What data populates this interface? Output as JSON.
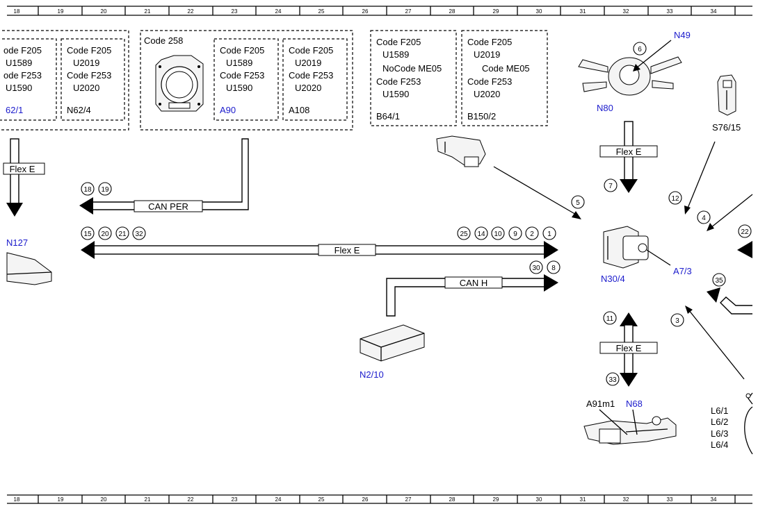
{
  "ruler_ticks": [
    "18",
    "19",
    "20",
    "21",
    "22",
    "23",
    "24",
    "25",
    "26",
    "27",
    "28",
    "29",
    "30",
    "31",
    "32",
    "33",
    "34"
  ],
  "boxes": {
    "box1": {
      "lines": [
        "ode F205",
        "U1589",
        "ode F253",
        "U1590"
      ],
      "id": "62/1"
    },
    "box2": {
      "lines": [
        "Code F205",
        "U2019",
        "Code F253",
        "U2020"
      ],
      "id": "N62/4"
    },
    "group_label": "Code 258",
    "box3": {
      "lines": [
        "Code F205",
        "U1589",
        "Code F253",
        "U1590"
      ],
      "id": "A90"
    },
    "box4": {
      "lines": [
        "Code F205",
        "U2019",
        "Code F253",
        "U2020"
      ],
      "id": "A108"
    },
    "box5": {
      "lines": [
        "Code F205",
        "U1589",
        "NoCode ME05",
        "Code F253",
        "U1590"
      ],
      "id": "B64/1"
    },
    "box6": {
      "lines": [
        "Code F205",
        "U2019",
        "Code ME05",
        "Code F253",
        "U2020"
      ],
      "id": "B150/2"
    }
  },
  "components": {
    "n49": "N49",
    "n80": "N80",
    "s76_15": "S76/15",
    "n127": "N127",
    "n30_4": "N30/4",
    "a7_3": "A7/3",
    "n2_10": "N2/10",
    "a91m1": "A91m1",
    "n68": "N68",
    "l6": [
      "L6/1",
      "L6/2",
      "L6/3",
      "L6/4"
    ]
  },
  "bus_labels": {
    "flex_e_left": "Flex E",
    "can_per": "CAN PER",
    "flex_e_main": "Flex E",
    "can_h": "CAN H",
    "flex_e_top": "Flex E",
    "flex_e_bottom": "Flex E"
  },
  "markers": {
    "m6": "6",
    "m7": "7",
    "m12": "12",
    "m4": "4",
    "m5": "5",
    "m18": "18",
    "m19": "19",
    "m15": "15",
    "m20": "20",
    "m21": "21",
    "m32": "32",
    "m25": "25",
    "m14": "14",
    "m10": "10",
    "m9": "9",
    "m2": "2",
    "m1": "1",
    "m30": "30",
    "m8": "8",
    "m22": "22",
    "m35": "35",
    "m3": "3",
    "m11": "11",
    "m33": "33"
  },
  "colors": {
    "link_blue": "#1a1acc",
    "line": "#000000"
  }
}
